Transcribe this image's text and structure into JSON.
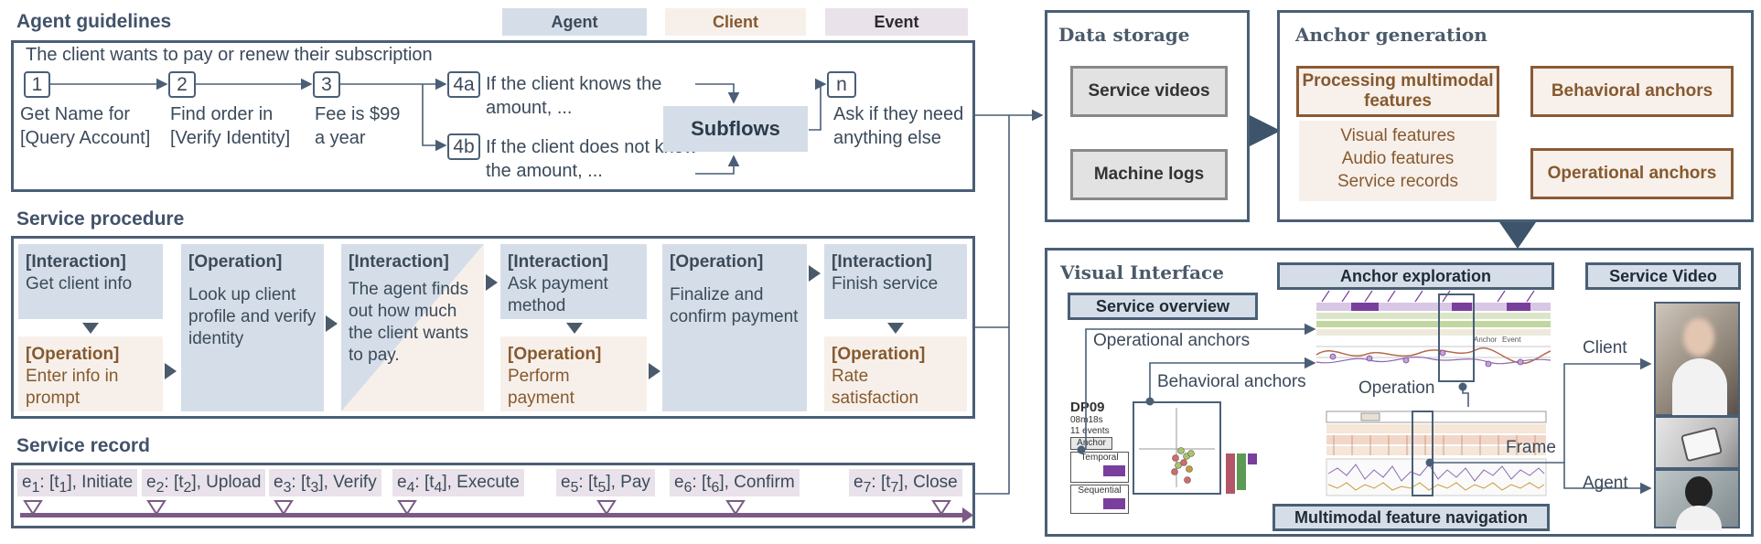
{
  "legend": {
    "agent": "Agent",
    "client": "Client",
    "event": "Event"
  },
  "guidelines": {
    "title": "Agent guidelines",
    "intro": "The client wants to pay or renew their subscription",
    "steps": [
      {
        "id": "1",
        "text": "Get Name for [Query Account]"
      },
      {
        "id": "2",
        "text": "Find order in [Verify Identity]"
      },
      {
        "id": "3",
        "text": "Fee is $99 a year"
      },
      {
        "id": "4a",
        "text": "If the client knows the amount, ..."
      },
      {
        "id": "4b",
        "text": "If the client does not know the amount, ..."
      },
      {
        "id": "n",
        "text": "Ask if they need anything else"
      }
    ],
    "subflows": "Subflows"
  },
  "procedure": {
    "title": "Service procedure",
    "cards": [
      {
        "tag": "[Interaction]",
        "text": "Get client info"
      },
      {
        "tag": "[Operation]",
        "text": "Enter info in prompt"
      },
      {
        "tag": "[Operation]",
        "text": "Look up client profile and verify identity"
      },
      {
        "tag": "[Interaction]",
        "text": "The agent finds out how much the client wants to pay."
      },
      {
        "tag": "[Interaction]",
        "text": "Ask payment method"
      },
      {
        "tag": "[Operation]",
        "text": "Perform payment"
      },
      {
        "tag": "[Operation]",
        "text": "Finalize and confirm payment"
      },
      {
        "tag": "[Interaction]",
        "text": "Finish service"
      },
      {
        "tag": "[Operation]",
        "text": "Rate satisfaction"
      }
    ]
  },
  "record": {
    "title": "Service record",
    "events": [
      {
        "e": "e",
        "sub": "1",
        "t": "t",
        "tsub": "1",
        "label": "Initiate"
      },
      {
        "e": "e",
        "sub": "2",
        "t": "t",
        "tsub": "2",
        "label": "Upload"
      },
      {
        "e": "e",
        "sub": "3",
        "t": "t",
        "tsub": "3",
        "label": "Verify"
      },
      {
        "e": "e",
        "sub": "4",
        "t": "t",
        "tsub": "4",
        "label": "Execute"
      },
      {
        "e": "e",
        "sub": "5",
        "t": "t",
        "tsub": "5",
        "label": "Pay"
      },
      {
        "e": "e",
        "sub": "6",
        "t": "t",
        "tsub": "6",
        "label": "Confirm"
      },
      {
        "e": "e",
        "sub": "7",
        "t": "t",
        "tsub": "7",
        "label": "Close"
      }
    ]
  },
  "storage": {
    "title": "Data storage",
    "items": [
      "Service videos",
      "Machine logs"
    ]
  },
  "anchor": {
    "title": "Anchor generation",
    "processing": "Processing multimodal features",
    "features": [
      "Visual features",
      "Audio features",
      "Service records"
    ],
    "behavioral": "Behavioral anchors",
    "operational": "Operational anchors"
  },
  "vis": {
    "title": "Visual Interface",
    "overview": "Service overview",
    "exploration": "Anchor exploration",
    "video": "Service Video",
    "navigation": "Multimodal feature navigation",
    "labels": {
      "operational": "Operational anchors",
      "behavioral": "Behavioral anchors",
      "operation": "Operation",
      "frame": "Frame",
      "client": "Client",
      "agent": "Agent"
    },
    "dp": {
      "id": "DP09",
      "duration": "08m18s",
      "events": "11 events",
      "anchor": "Anchor",
      "temporal": "Temporal",
      "sequential": "Sequential"
    }
  },
  "colors": {
    "agent": "#d5dee8",
    "client": "#f7f0ea",
    "event": "#e9e2ea",
    "border": "#4a5f76",
    "brown": "#8a5a35"
  }
}
